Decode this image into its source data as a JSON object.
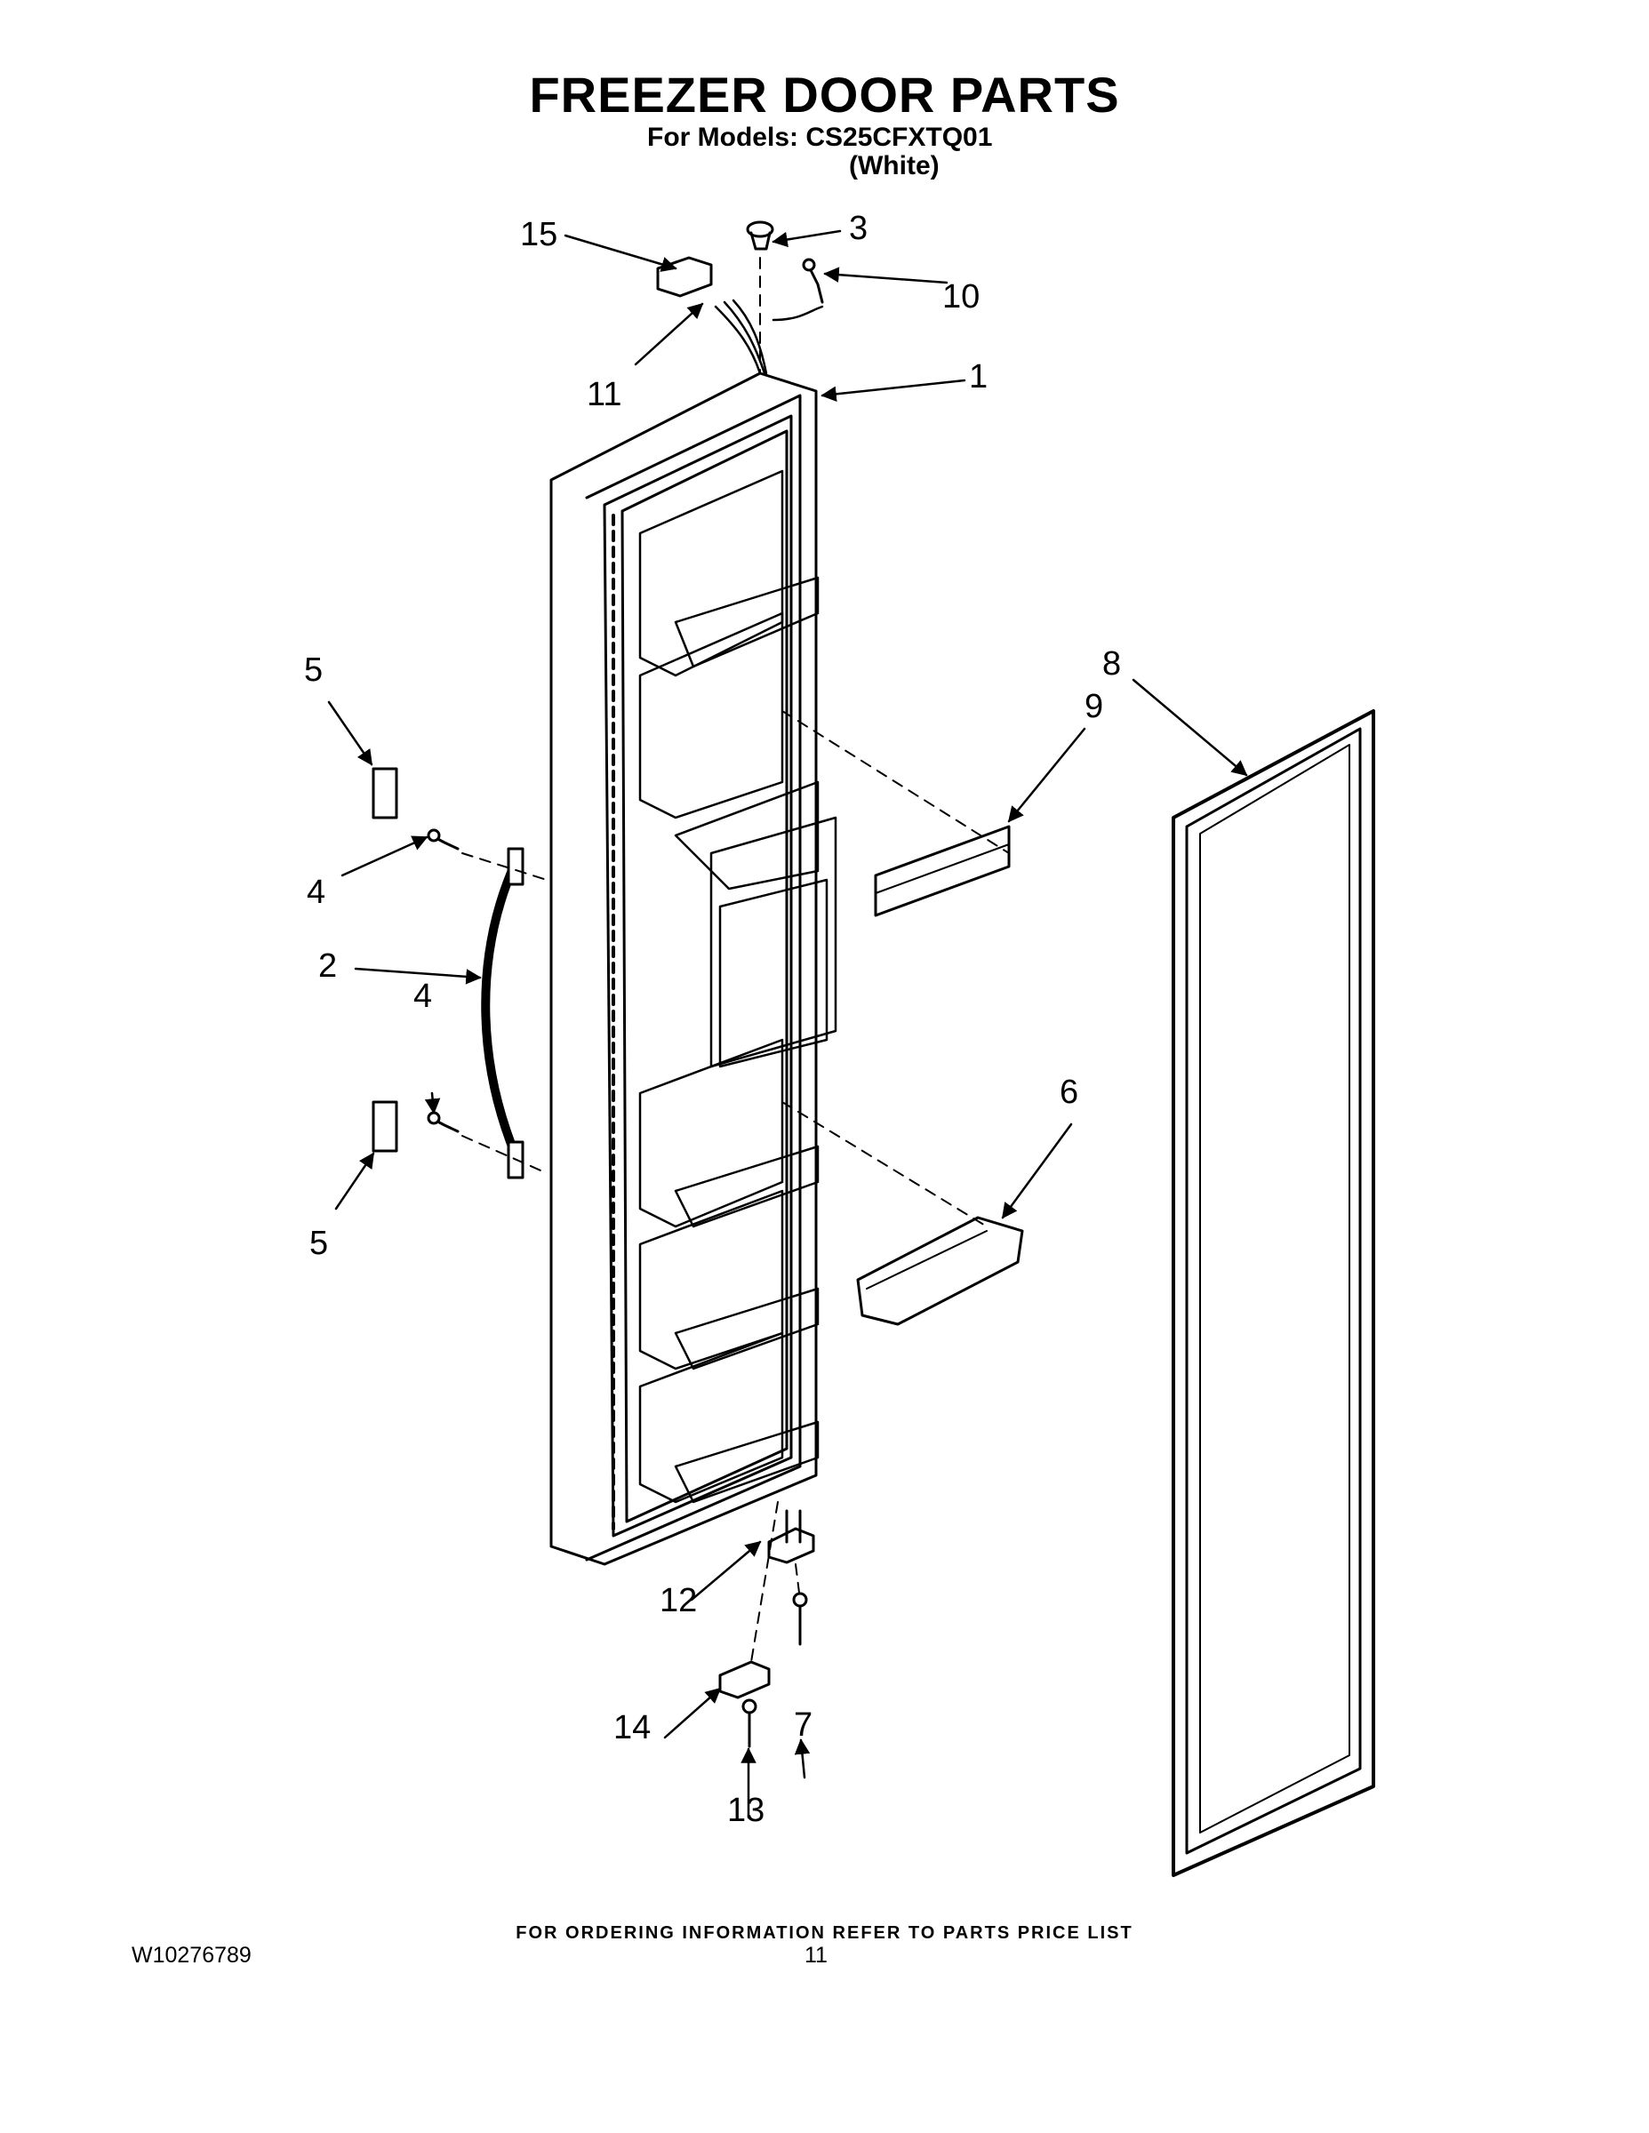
{
  "title": "FREEZER DOOR PARTS",
  "models_line": "For Models: CS25CFXTQ01",
  "variant_line": "(White)",
  "callouts": {
    "c1": "1",
    "c2": "2",
    "c3": "3",
    "c4a": "4",
    "c4b": "4",
    "c5a": "5",
    "c5b": "5",
    "c6": "6",
    "c7": "7",
    "c8": "8",
    "c9": "9",
    "c10": "10",
    "c11": "11",
    "c12": "12",
    "c13": "13",
    "c14": "14",
    "c15": "15"
  },
  "footer_note": "FOR ORDERING INFORMATION REFER TO PARTS PRICE LIST",
  "document_number": "W10276789",
  "page_number": "11"
}
